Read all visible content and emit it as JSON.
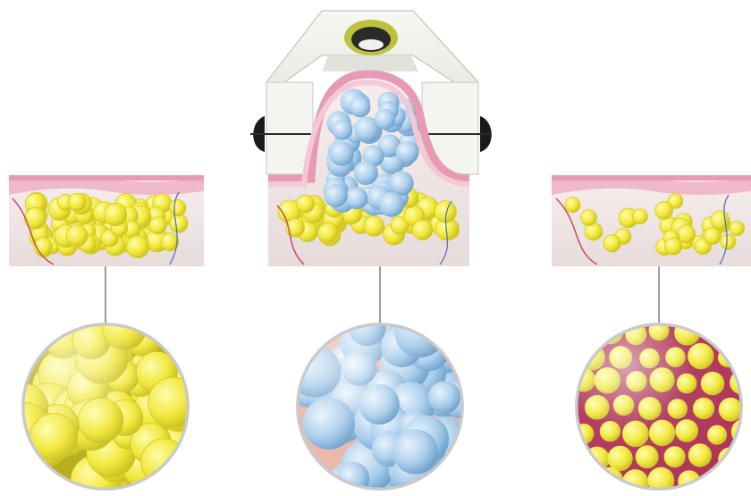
{
  "diagram": {
    "panels": [
      {
        "id": "before",
        "fat_color": "#f2ea3a",
        "magnified_color": "#f3ec3b"
      },
      {
        "id": "treatment",
        "fat_color": "#f2ea3a",
        "cooled_color": "#b9d6ee",
        "magnified_color": "#9ec7e8"
      },
      {
        "id": "after",
        "fat_color": "#f2ea3a",
        "magnified_color": "#f3ec3b",
        "membrane_color": "#b0345a"
      }
    ],
    "colors": {
      "skin": "#f3c9d6",
      "skin_dark": "#e79ab3",
      "tissue": "#ede3e1",
      "applicator": "#eeeeee",
      "applicator_shadow": "#d0d0ca",
      "indicator": "#2d2d2d",
      "indicator_ring": "#b9c13a"
    },
    "icons": [
      "applicator-device",
      "magnifier-circle",
      "connector-line"
    ]
  }
}
